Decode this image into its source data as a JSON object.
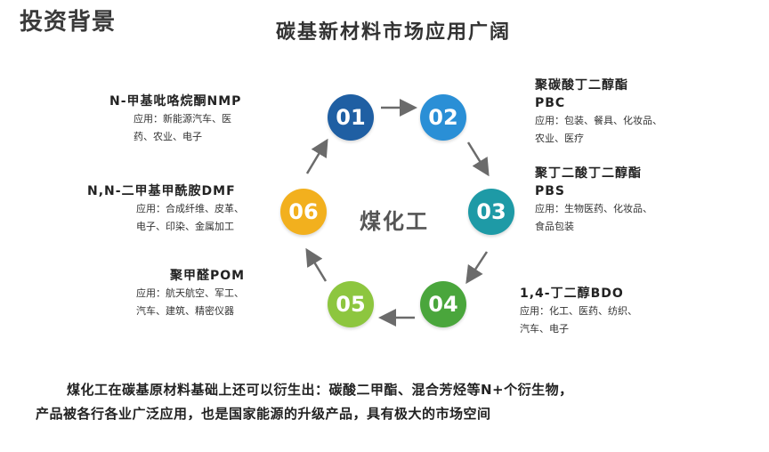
{
  "header": {
    "section_label": "投资背景",
    "title": "碳基新材料市场应用广阔"
  },
  "center": {
    "label": "煤化工"
  },
  "nodes": [
    {
      "label": "01",
      "color": "#1f5fa3"
    },
    {
      "label": "02",
      "color": "#2a8fd6"
    },
    {
      "label": "03",
      "color": "#1e9aa6"
    },
    {
      "label": "04",
      "color": "#4aa63c"
    },
    {
      "label": "05",
      "color": "#8dc63f"
    },
    {
      "label": "06",
      "color": "#f2b01e"
    }
  ],
  "products": {
    "p01": {
      "name": "N-甲基吡咯烷酮NMP",
      "uses": [
        "应用：新能源汽车、医",
        "药、农业、电子"
      ]
    },
    "p02": {
      "name": "聚碳酸丁二醇酯",
      "abbr": "PBC",
      "uses": [
        "应用：包装、餐具、化妆品、",
        "农业、医疗"
      ]
    },
    "p03": {
      "name": "聚丁二酸丁二醇酯",
      "abbr": "PBS",
      "uses": [
        "应用：生物医药、化妆品、",
        "食品包装"
      ]
    },
    "p04": {
      "name": "1,4-丁二醇BDO",
      "uses": [
        "应用：化工、医药、纺织、",
        "汽车、电子"
      ]
    },
    "p05": {
      "name": "聚甲醛POM",
      "uses": [
        "应用：航天航空、军工、",
        "汽车、建筑、精密仪器"
      ]
    },
    "p06": {
      "name": "N,N-二甲基甲酰胺DMF",
      "uses": [
        "应用：合成纤维、皮革、",
        "电子、印染、金属加工"
      ]
    }
  },
  "summary": {
    "line1": "煤化工在碳基原材料基础上还可以衍生出：碳酸二甲酯、混合芳烃等N+个衍生物，",
    "line2": "产品被各行各业广泛应用，也是国家能源的升级产品，具有极大的市场空间"
  },
  "arrow_color": "#6b6b6b"
}
